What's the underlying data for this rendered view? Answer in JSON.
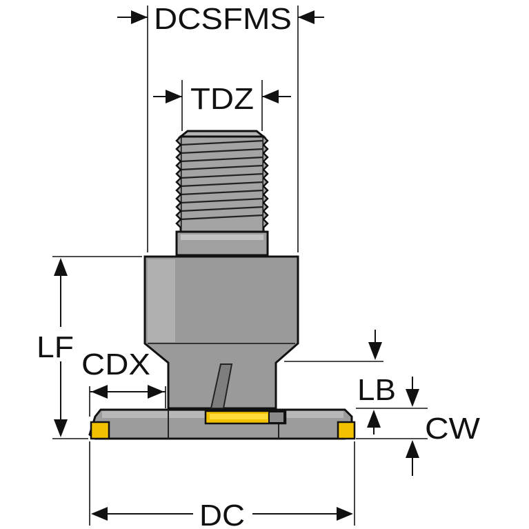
{
  "labels": {
    "dcsfms": "DCSFMS",
    "tdz": "TDZ",
    "lf": "LF",
    "cdx": "CDX",
    "lb": "LB",
    "cw": "CW",
    "dc": "DC"
  },
  "colors": {
    "tool_body": "#9a9a9a",
    "tool_dark": "#7e7e7e",
    "tool_light": "#b4b4b4",
    "insert": "#f2c200",
    "outline": "#111111"
  }
}
